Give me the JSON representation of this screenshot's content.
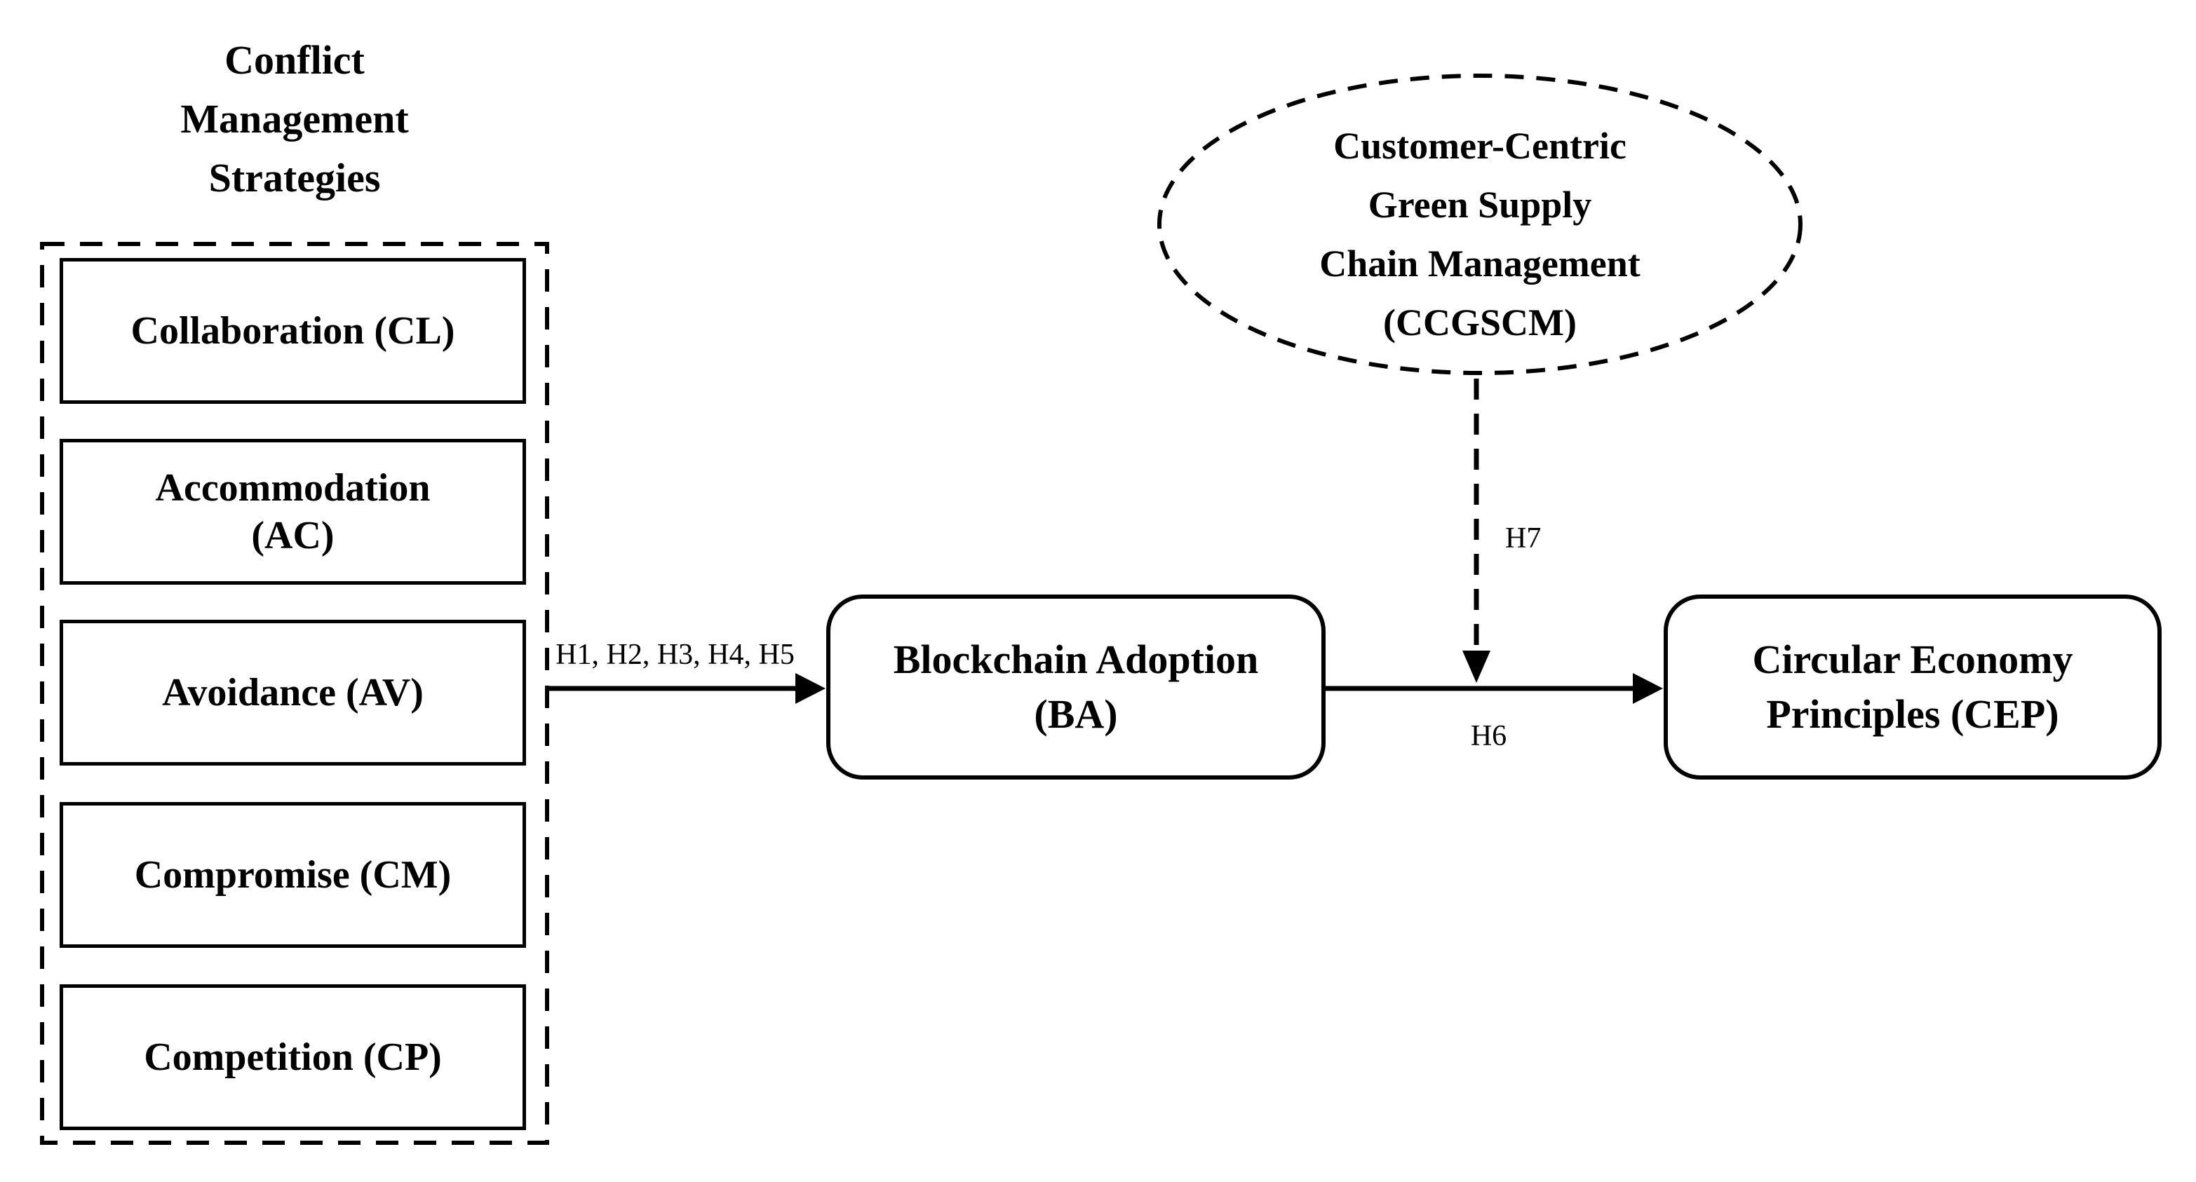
{
  "title": "Conflict\nManagement\nStrategies",
  "strategies": [
    "Collaboration (CL)",
    "Accommodation\n(AC)",
    "Avoidance (AV)",
    "Compromise (CM)",
    "Competition (CP)"
  ],
  "nodes": {
    "blockchain_adoption": "Blockchain Adoption\n(BA)",
    "circular_economy": "Circular Economy\nPrinciples (CEP)",
    "ccgscm": "Customer-Centric\nGreen Supply\nChain Management\n(CCGSCM)"
  },
  "edges": {
    "strategies_to_ba": "H1, H2, H3, H4, H5",
    "ba_to_cep": "H6",
    "ccgscm_moderation": "H7"
  },
  "colors": {
    "ink": "#000000",
    "background": "#ffffff"
  }
}
